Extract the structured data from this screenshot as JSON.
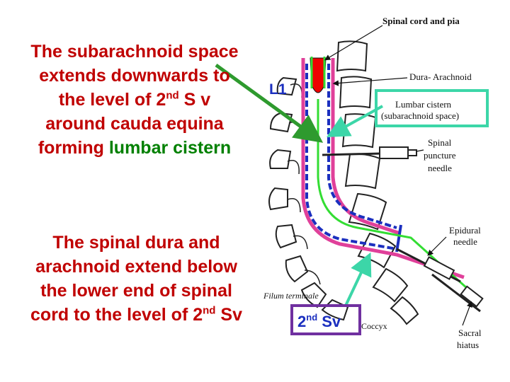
{
  "text1": {
    "line1": "The subarachnoid space",
    "line2": "extends downwards to",
    "line3_a": "the level of 2",
    "line3_sup": "nd",
    "line3_b": " S v",
    "line4": "around cauda equina",
    "line5_a": "forming ",
    "line5_b": "lumbar cistern"
  },
  "text2": {
    "line1": "The spinal dura and",
    "line2": "arachnoid extend below",
    "line3": "the lower end of spinal",
    "line4_a": "cord to the level of 2",
    "line4_sup": "nd",
    "line4_b": " Sv"
  },
  "diagram": {
    "label_spinal_cord": "Spinal cord and pia",
    "label_dura": "Dura- Arachnoid",
    "label_cistern_1": "Lumbar cistern",
    "label_cistern_2": "(subarachnoid space)",
    "label_spinal_1": "Spinal",
    "label_spinal_2": "puncture",
    "label_spinal_3": "needle",
    "label_epidural_1": "Epidural",
    "label_epidural_2": "needle",
    "label_filum": "Filum terminale",
    "label_coccyx": "Coccyx",
    "label_sacral_1": "Sacral",
    "label_sacral_2": "hiatus",
    "label_l1": "L1",
    "label_2nd_a": "2",
    "label_2nd_sup": "nd",
    "label_2nd_b": " Sv"
  },
  "colors": {
    "text_red": "#c00000",
    "text_green": "#008000",
    "arrow_green": "#2e9a2e",
    "box_teal": "#3cd6a8",
    "box_purple": "#7030a0",
    "dura_pink": "#e0409a",
    "arachnoid_blue": "#1b2fbf",
    "cord_green": "#33dd33",
    "cord_red": "#ee0000"
  }
}
